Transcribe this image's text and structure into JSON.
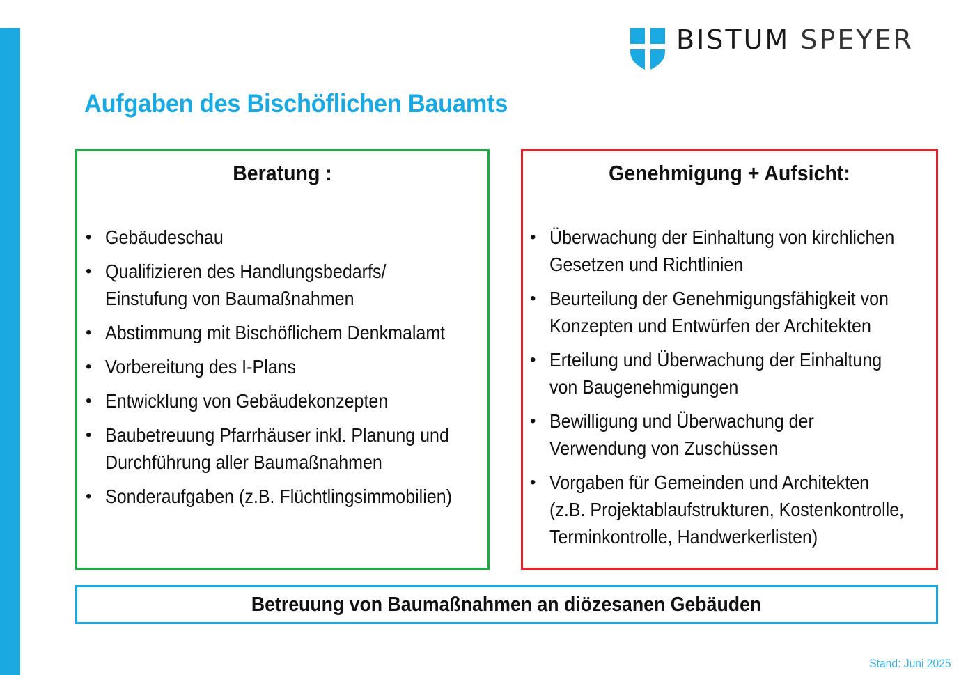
{
  "logo": {
    "icon": "shield-cross-icon",
    "name_part1": "BISTUM",
    "name_part2": "SPEYER",
    "shield_color": "#1ba9e1"
  },
  "title": "Aufgaben des Bischöflichen Bauamts",
  "colors": {
    "accent": "#1ba9e1",
    "green": "#1faa46",
    "red": "#e8212a"
  },
  "left_panel": {
    "heading": "Beratung :",
    "items": [
      "Gebäudeschau",
      "Qualifizieren des Handlungsbedarfs/\nEinstufung von Baumaßnahmen",
      "Abstimmung mit Bischöflichem Denkmalamt",
      "Vorbereitung des I-Plans",
      "Entwicklung von Gebäudekonzepten",
      "Baubetreuung Pfarrhäuser inkl. Planung und\nDurchführung aller Baumaßnahmen",
      "Sonderaufgaben (z.B. Flüchtlingsimmobilien)"
    ]
  },
  "right_panel": {
    "heading": "Genehmigung + Aufsicht:",
    "items": [
      "Überwachung der Einhaltung von kirchlichen\nGesetzen und Richtlinien",
      "Beurteilung der Genehmigungsfähigkeit von\nKonzepten und Entwürfen der Architekten",
      "Erteilung  und Überwachung der Einhaltung\nvon Baugenehmigungen",
      "Bewilligung und Überwachung der\nVerwendung von Zuschüssen",
      "Vorgaben für Gemeinden und Architekten\n(z.B. Projektablaufstrukturen, Kostenkontrolle,\nTerminkontrolle, Handwerkerlisten)"
    ]
  },
  "footer": "Betreuung von Baumaßnahmen an diözesanen Gebäuden",
  "stand": "Stand: Juni 2025",
  "bullet": "•"
}
